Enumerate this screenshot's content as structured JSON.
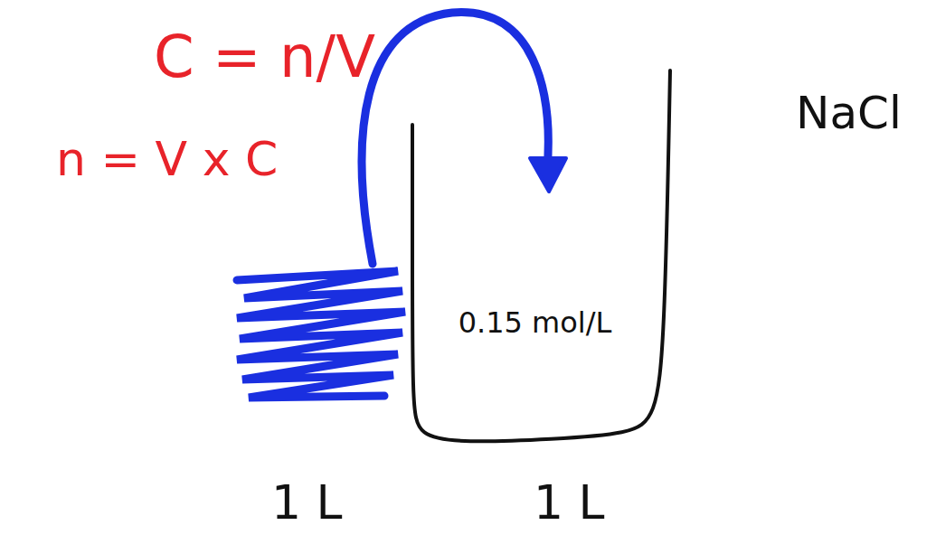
{
  "diagram": {
    "nodes": [
      {
        "text": [
          "0.15 mol/L"
        ]
      }
    ],
    "labels": [
      "C = n/V",
      "n = V x C",
      "1 L",
      "1 L",
      "NaCl"
    ]
  }
}
